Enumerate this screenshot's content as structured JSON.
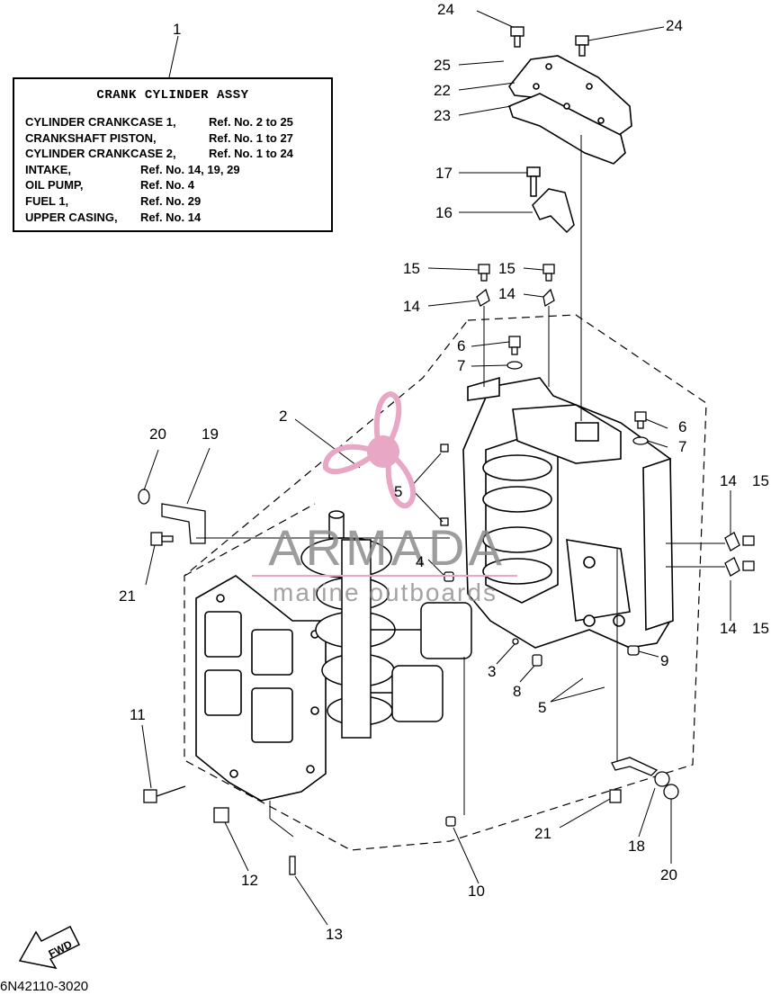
{
  "legend": {
    "title": "CRANK CYLINDER ASSY",
    "rows": [
      {
        "label": "CYLINDER CRANKCASE 1,",
        "ref": "Ref. No. 2 to 25"
      },
      {
        "label": "CRANKSHAFT PISTON,",
        "ref": "Ref. No. 1 to 27"
      },
      {
        "label": "CYLINDER CRANKCASE 2,",
        "ref": "Ref. No. 1 to 24"
      },
      {
        "label": "INTAKE,",
        "ref": "Ref. No. 14, 19, 29"
      },
      {
        "label": "OIL PUMP,",
        "ref": "Ref. No. 4"
      },
      {
        "label": "FUEL 1,",
        "ref": "Ref. No. 29"
      },
      {
        "label": "UPPER CASING,",
        "ref": "Ref. No. 14"
      }
    ]
  },
  "callouts": [
    "1",
    "24",
    "24",
    "25",
    "22",
    "23",
    "17",
    "16",
    "15",
    "15",
    "14",
    "14",
    "6",
    "7",
    "2",
    "6",
    "7",
    "20",
    "19",
    "5",
    "14",
    "15",
    "21",
    "4",
    "14",
    "15",
    "3",
    "8",
    "9",
    "5",
    "11",
    "21",
    "18",
    "20",
    "12",
    "10",
    "13"
  ],
  "fwd_label": "FWD",
  "diagram_code": "6N42110-3020",
  "watermark": {
    "brand": "ARMADA",
    "tagline": "marine outboards",
    "color_primary": "#e8a7c4",
    "color_text": "#8c8c8c"
  }
}
